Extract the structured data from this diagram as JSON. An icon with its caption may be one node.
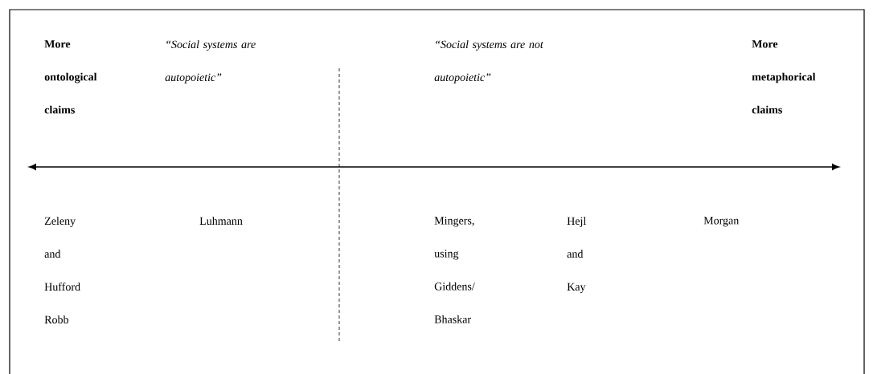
{
  "diagram": {
    "labels": [
      "More ontological claims",
      "“Social systems are autopoietic”",
      "“Social systems are not autopoietic”",
      "More metaphorical claims",
      "Zeleny and Hufford",
      "Luhmann",
      "Mingers, using Giddens/ Bhaskar",
      "Hejl and Kay",
      "Morgan",
      "Robb"
    ]
  }
}
